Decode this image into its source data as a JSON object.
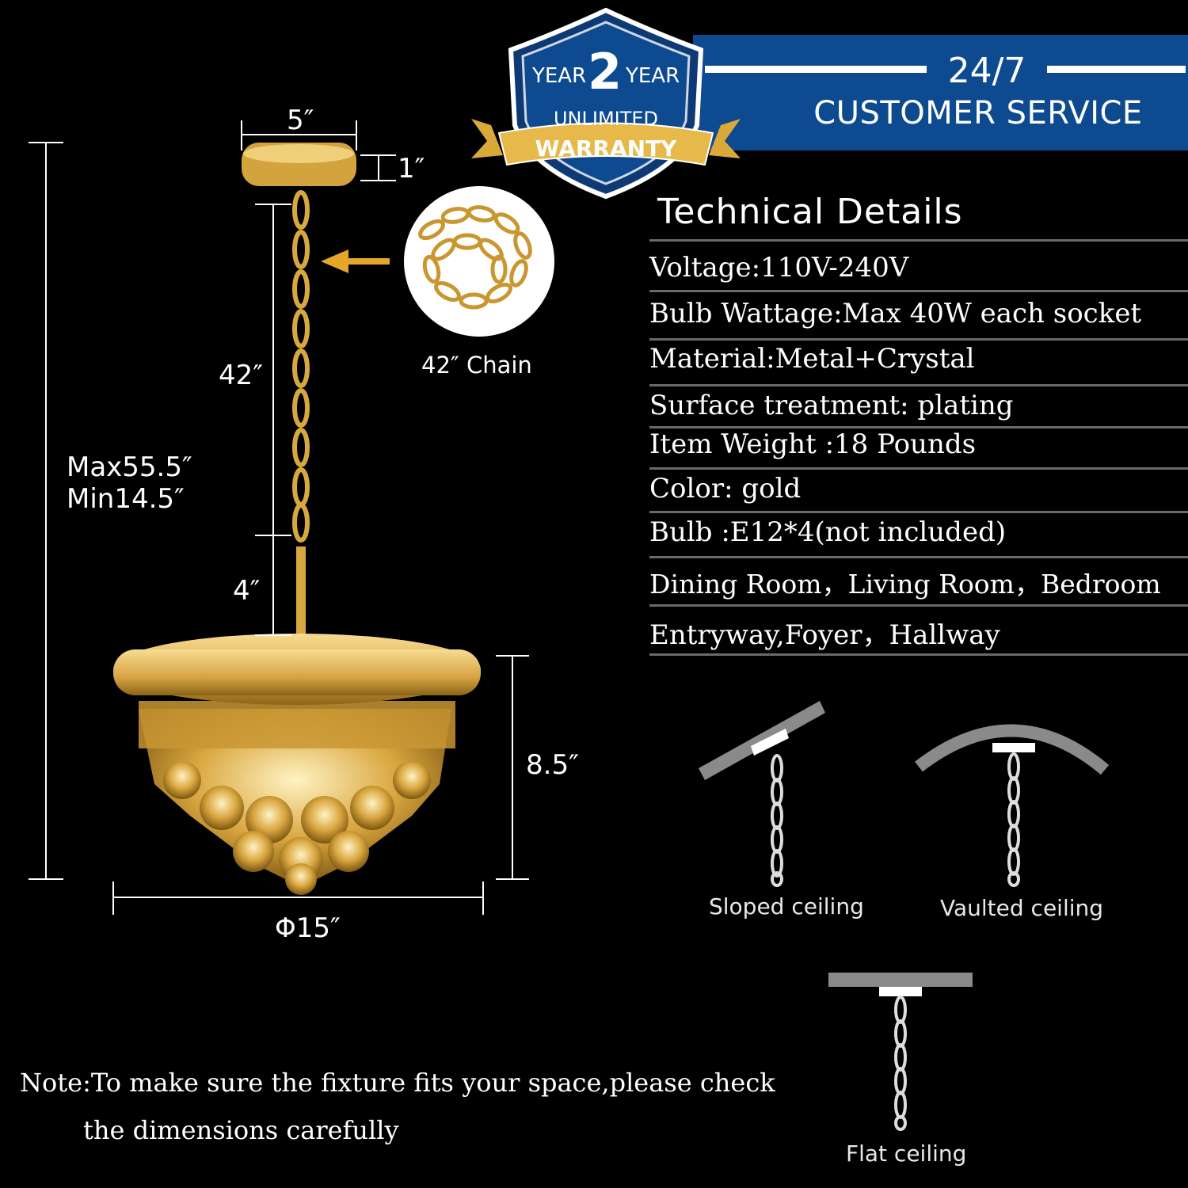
{
  "warranty": {
    "year_left": "YEAR",
    "year_number": "2",
    "year_right": "YEAR",
    "unlimited": "UNLIMITED",
    "warranty": "WARRANTY"
  },
  "service": {
    "top": "24/7",
    "bottom": "CUSTOMER SERVICE"
  },
  "dimensions": {
    "canopy_width": "5″",
    "canopy_height": "1″",
    "chain_length": "42″",
    "chain_caption": "42″ Chain",
    "rod_length": "4″",
    "max_height": "Max55.5″",
    "min_height": "Min14.5″",
    "body_height": "8.5″",
    "diameter": "Φ15″"
  },
  "technical": {
    "title": "Technical Details",
    "specs": [
      "Voltage:110V-240V",
      "Bulb Wattage:Max 40W each socket",
      "Material:Metal+Crystal",
      "Surface treatment:  plating",
      "Item Weight :18 Pounds",
      "Color: gold",
      "Bulb :E12*4(not included)",
      "Dining Room，Living Room，Bedroom",
      "Entryway,Foyer，Hallway"
    ]
  },
  "ceilings": {
    "sloped": "Sloped ceiling",
    "vaulted": "Vaulted ceiling",
    "flat": "Flat ceiling"
  },
  "note": {
    "line1": "Note:To make sure the fixture fits your space,please check",
    "line2": "the dimensions carefully"
  },
  "colors": {
    "background": "#000000",
    "banner_blue": "#0d4a8f",
    "gold": "#e6b94a",
    "divider": "#6a6a6a"
  }
}
